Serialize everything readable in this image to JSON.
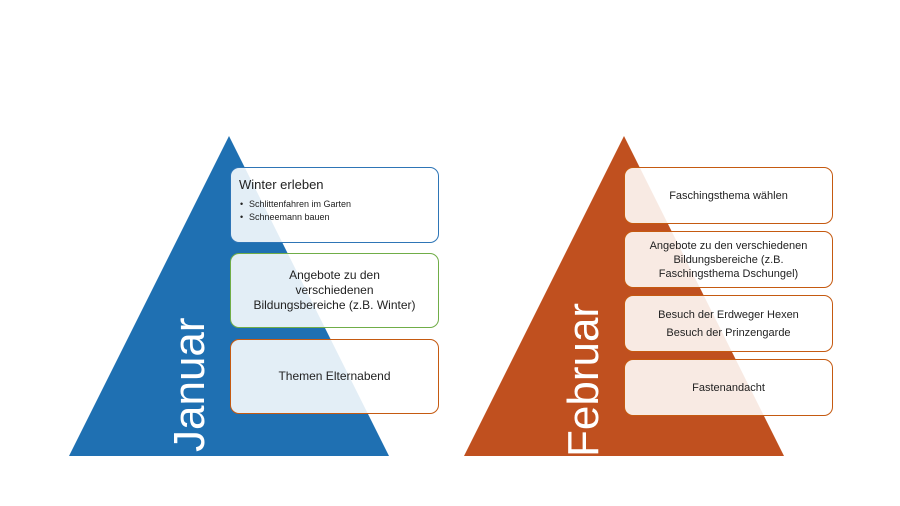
{
  "colors": {
    "january_triangle": "#1f70b2",
    "february_triangle": "#c0501f",
    "box_border_blue": "#2e75b6",
    "box_border_green": "#70ad47",
    "box_border_brown": "#c55a11"
  },
  "january": {
    "label": "Januar",
    "box1": {
      "title": "Winter erleben",
      "bullets": [
        "Schlittenfahren im Garten",
        "Schneemann bauen"
      ]
    },
    "box2": {
      "lines": [
        "Angebote zu den",
        "verschiedenen",
        "Bildungsbereiche  (z.B. Winter)"
      ]
    },
    "box3": {
      "text": "Themen  Elternabend"
    }
  },
  "february": {
    "label": "Februar",
    "box1": {
      "text": "Faschingsthema wählen"
    },
    "box2": {
      "lines": [
        "Angebote zu den verschiedenen",
        "Bildungsbereiche (z.B.",
        "Faschingsthema Dschungel)"
      ]
    },
    "box3": {
      "lines": [
        "Besuch der Erdweger Hexen",
        "Besuch der Prinzengarde"
      ]
    },
    "box4": {
      "text": "Fastenandacht"
    }
  }
}
